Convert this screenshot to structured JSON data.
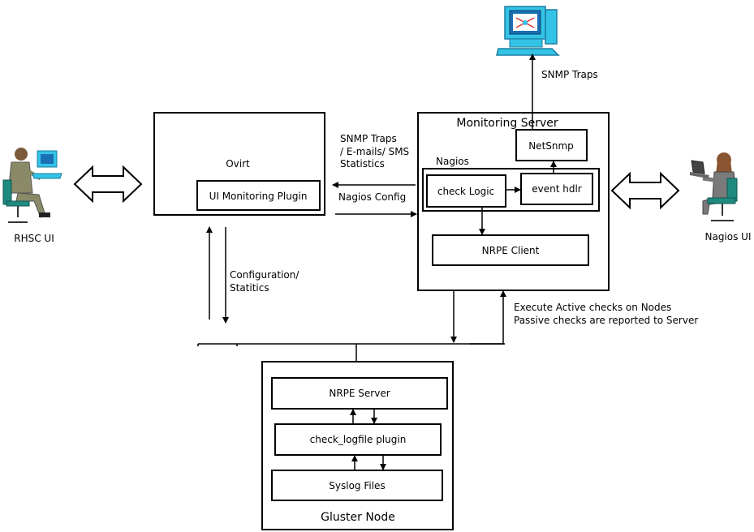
{
  "nodes": {
    "ovirt": "Ovirt",
    "ui_plugin": "UI Monitoring Plugin",
    "monitoring_server": "Monitoring Server",
    "netsnmp": "NetSnmp",
    "nagios": "Nagios",
    "check_logic": "check Logic",
    "event_hdlr": "event hdlr",
    "nrpe_client": "NRPE Client",
    "nrpe_server": "NRPE Server",
    "check_logfile": "check_logfile plugin",
    "syslog": "Syslog Files",
    "gluster_node": "Gluster Node"
  },
  "actors": {
    "rhsc_ui": "RHSC UI",
    "nagios_ui": "Nagios UI"
  },
  "edges": {
    "snmp_traps_top": "SNMP Traps",
    "notify_line1": "SNMP Traps",
    "notify_line2": "/ E-mails/ SMS",
    "notify_line3": "Statistics",
    "nagios_config": "Nagios Config",
    "config_line1": "Configuration/",
    "config_line2": "Statitics",
    "checks_line1": "Execute Active checks on Nodes",
    "checks_line2": "Passive checks are reported to Server"
  },
  "colors": {
    "stroke": "#000000",
    "monitor_cyan": "#33c3e6",
    "screen": "#1a6fb5",
    "person_suit": "#8a8a68",
    "chair": "#1f8a80"
  }
}
